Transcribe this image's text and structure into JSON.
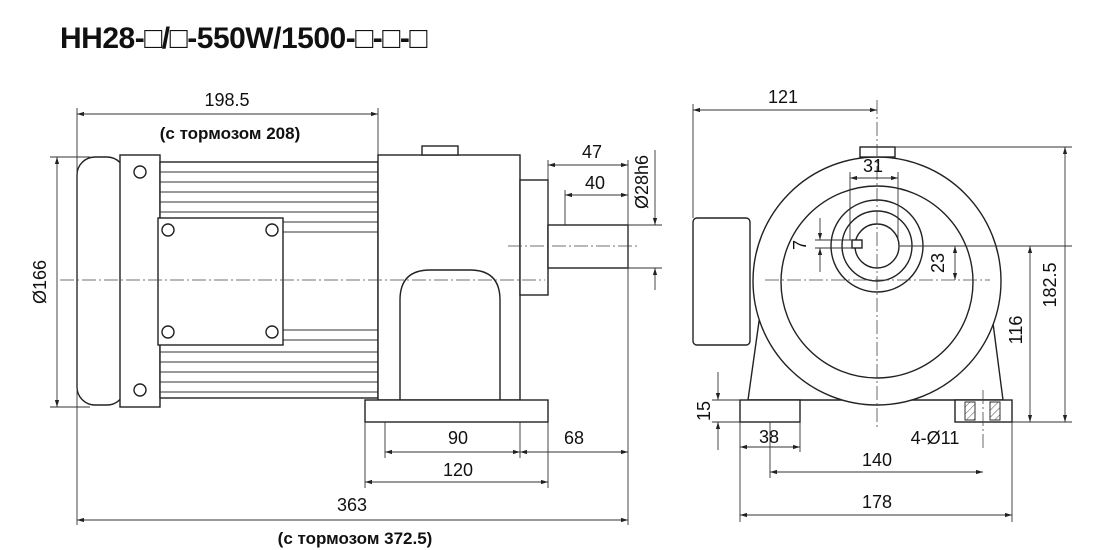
{
  "title": "HH28-□/□-550W/1500-□-□-□",
  "side_view": {
    "motor_length": "198.5",
    "motor_length_brake": "(с тормозом 208)",
    "motor_diameter": "Ø166",
    "shaft_length": "47",
    "key_length": "40",
    "shaft_diameter": "Ø28h6",
    "foot_holes_spacing": "90",
    "shaft_offset": "68",
    "foot_length": "120",
    "total_length": "363",
    "total_length_brake": "(с тормозом 372.5)"
  },
  "front_view": {
    "terminal_offset": "121",
    "key_height": "31",
    "key_width": "7",
    "shaft_center_offset": "23",
    "total_height": "182.5",
    "shaft_height": "116",
    "foot_thickness": "15",
    "foot_width": "38",
    "mount_holes": "4-Ø11",
    "holes_spacing": "140",
    "base_width": "178"
  }
}
